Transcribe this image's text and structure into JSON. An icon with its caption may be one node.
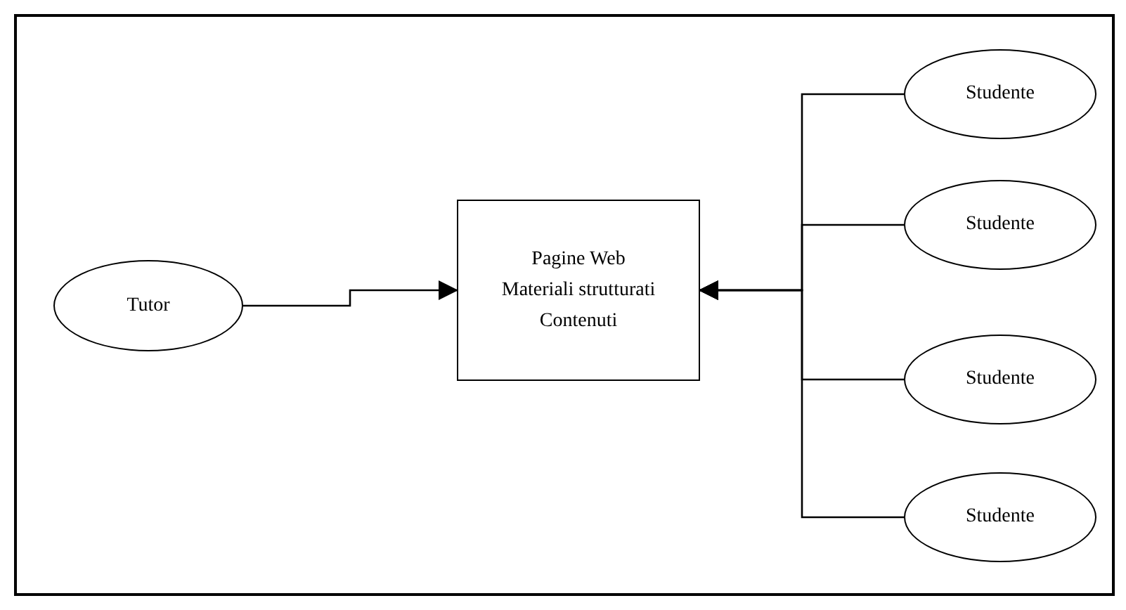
{
  "diagram": {
    "nodes": [
      {
        "text": [
          "Tutor"
        ]
      },
      {
        "text": [
          "Pagine Web",
          "Materiali strutturati",
          "Contenuti"
        ]
      },
      {
        "text": [
          "Studente"
        ]
      },
      {
        "text": [
          "Studente"
        ]
      },
      {
        "text": [
          "Studente"
        ]
      },
      {
        "text": [
          "Studente"
        ]
      }
    ],
    "edges": [
      {
        "from": 0,
        "to": 1,
        "arrow": "to"
      },
      {
        "from": 2,
        "to": 1,
        "arrow": "to"
      },
      {
        "from": 3,
        "to": 1,
        "arrow": "to"
      },
      {
        "from": 4,
        "to": 1,
        "arrow": "to"
      },
      {
        "from": 5,
        "to": 1,
        "arrow": "to"
      }
    ]
  }
}
